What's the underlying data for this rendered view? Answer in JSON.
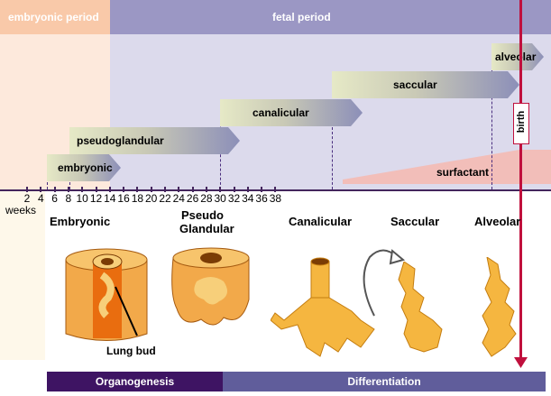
{
  "periods": {
    "embryonic": "embryonic period",
    "fetal": "fetal period"
  },
  "stages": {
    "embryonic": "embryonic",
    "pseudoglandular": "pseudoglandular",
    "canalicular": "canalicular",
    "saccular": "saccular",
    "alveolar": "alveolar"
  },
  "surfactant": "surfactant",
  "birth": "birth",
  "axis": {
    "unit": "weeks",
    "ticks": [
      "2",
      "4",
      "6",
      "8",
      "10",
      "12",
      "14",
      "16",
      "18",
      "20",
      "22",
      "24",
      "26",
      "28",
      "30",
      "32",
      "34",
      "36",
      "38"
    ]
  },
  "stage_titles": {
    "embryonic": "Embryonic",
    "pseudo_line1": "Pseudo",
    "pseudo_line2": "Glandular",
    "canalicular": "Canalicular",
    "saccular": "Saccular",
    "alveolar": "Alveolar"
  },
  "lung_bud": "Lung bud",
  "bottom": {
    "organogenesis": "Organogenesis",
    "differentiation": "Differentiation"
  },
  "colors": {
    "birth": "#c0103d",
    "organogenesis": "#3e1463",
    "differentiation": "#605d9b",
    "tissue": "#f5b640"
  }
}
